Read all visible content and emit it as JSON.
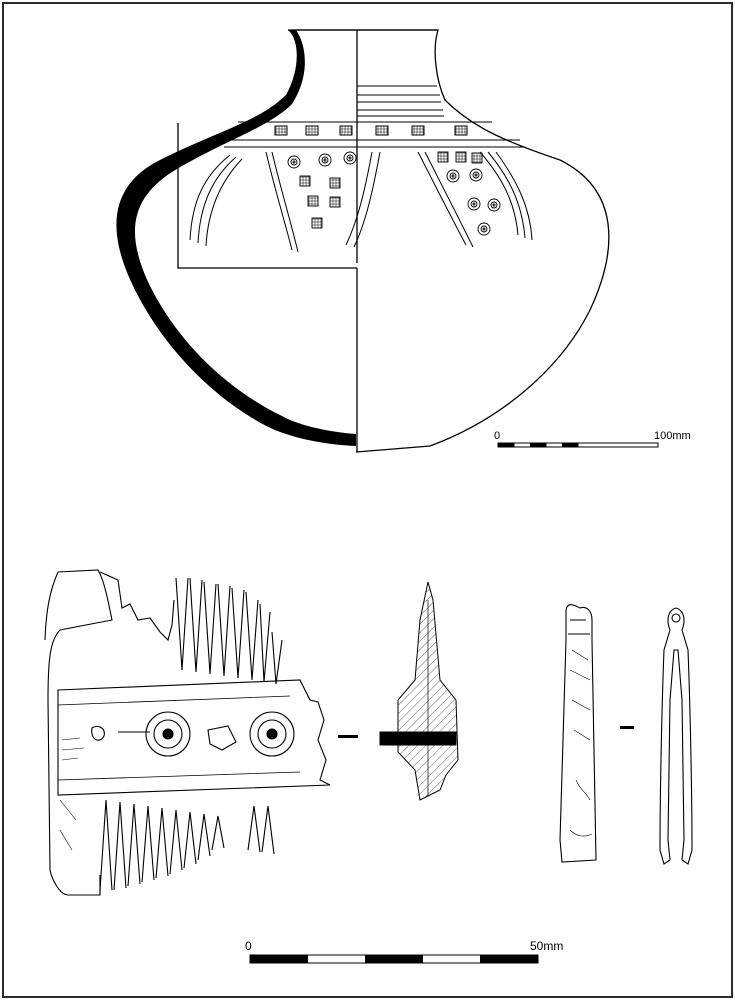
{
  "figure": {
    "vessel": {
      "name": "decorated-pot",
      "scale": {
        "start_label": "0",
        "end_label": "100mm"
      }
    },
    "comb": {
      "name": "bone-comb"
    },
    "tweezers": {
      "name": "tweezers"
    },
    "small_objects_scale": {
      "start_label": "0",
      "end_label": "50mm"
    },
    "colors": {
      "line": "#000000",
      "background": "#ffffff",
      "frame": "#2b2b2b"
    }
  }
}
